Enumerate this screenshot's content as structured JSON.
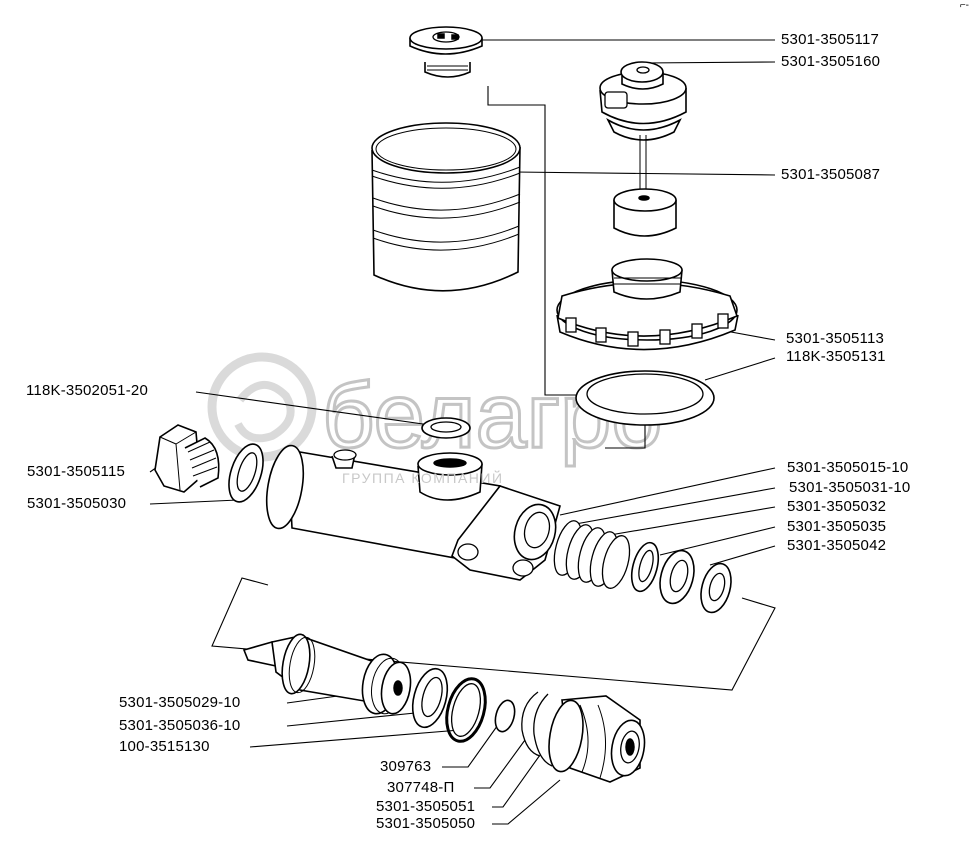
{
  "corner_mark": "⌐-",
  "watermark": {
    "brand": "белагро",
    "tagline": "ГРУППА КОМПАНИЙ",
    "logo_icon": "belagro-logo-icon"
  },
  "part_numbers": {
    "top_cap": "5301-3505117",
    "float_cap": "5301-3505160",
    "reservoir": "5301-3505087",
    "reservoir_base": "5301-3505113",
    "base_gasket": "118K-3505131",
    "small_washer": "118K-3502051-20",
    "end_plug": "5301-3505115",
    "plug_washer": "5301-3505030",
    "valve_body": "5301-3505015-10",
    "valve_seat": "5301-3505031-10",
    "spring": "5301-3505032",
    "ring_seal": "5301-3505035",
    "washer": "5301-3505042",
    "piston": "5301-3505029-10",
    "piston_cup": "5301-3505036-10",
    "o_ring": "100-3515130",
    "small_ring": "309763",
    "circlip": "307748-П",
    "stop_plate": "5301-3505051",
    "boot": "5301-3505050"
  }
}
